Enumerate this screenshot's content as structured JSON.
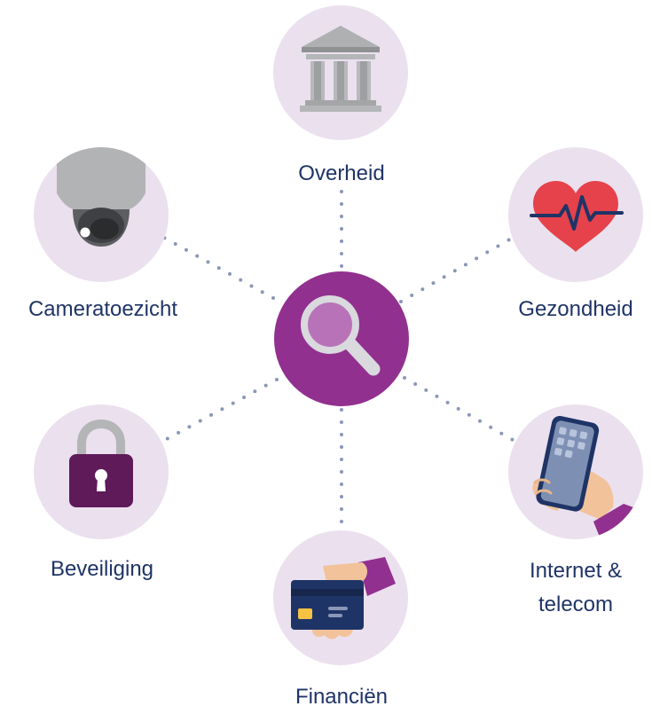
{
  "center": {
    "icon": "magnifying-glass-icon"
  },
  "nodes": {
    "overheid": {
      "label": "Overheid",
      "icon": "government-building-icon"
    },
    "gezondheid": {
      "label": "Gezondheid",
      "icon": "heart-pulse-icon"
    },
    "internet": {
      "label_line1": "Internet &",
      "label_line2": "telecom",
      "icon": "smartphone-icon"
    },
    "financien": {
      "label": "Financiën",
      "icon": "credit-card-icon"
    },
    "beveiliging": {
      "label": "Beveiliging",
      "icon": "padlock-icon"
    },
    "cameratoezicht": {
      "label": "Cameratoezicht",
      "icon": "security-camera-icon"
    }
  },
  "colors": {
    "node_bg": "#ebe0ee",
    "hub": "#923090",
    "text": "#1f3466",
    "connector": "#8a97b6"
  }
}
